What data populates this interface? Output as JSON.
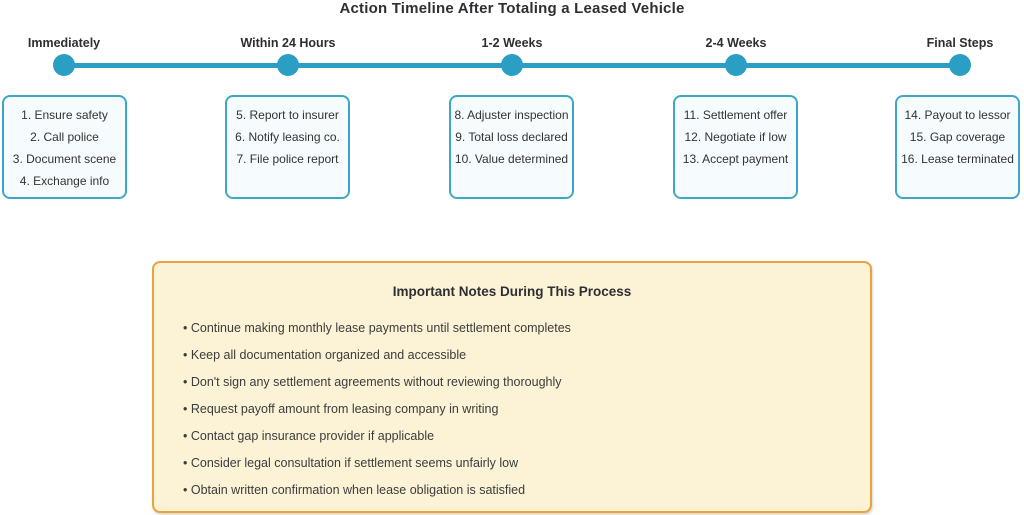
{
  "title": "Action Timeline After Totaling a Leased Vehicle",
  "colors": {
    "timeline_accent": "#2b9ec4",
    "stage_box_border": "#3fa7c6",
    "stage_box_fill": "#f6fbfd",
    "notes_border": "#e8a33c",
    "notes_fill": "#fcf2d6",
    "text": "#2e2e33"
  },
  "timeline": {
    "stages": [
      {
        "label": "Immediately",
        "items": [
          "1. Ensure safety",
          "2. Call police",
          "3. Document scene",
          "4. Exchange info"
        ]
      },
      {
        "label": "Within 24 Hours",
        "items": [
          "5. Report to insurer",
          "6. Notify leasing co.",
          "7. File police report"
        ]
      },
      {
        "label": "1-2 Weeks",
        "items": [
          "8. Adjuster inspection",
          "9. Total loss declared",
          "10. Value determined"
        ]
      },
      {
        "label": "2-4 Weeks",
        "items": [
          "11. Settlement offer",
          "12. Negotiate if low",
          "13. Accept payment"
        ]
      },
      {
        "label": "Final Steps",
        "items": [
          "14. Payout to lessor",
          "15. Gap coverage",
          "16. Lease terminated"
        ]
      }
    ]
  },
  "notes": {
    "title": "Important Notes During This Process",
    "bullets": [
      "Continue making monthly lease payments until settlement completes",
      "Keep all documentation organized and accessible",
      "Don't sign any settlement agreements without reviewing thoroughly",
      "Request payoff amount from leasing company in writing",
      "Contact gap insurance provider if applicable",
      "Consider legal consultation if settlement seems unfairly low",
      "Obtain written confirmation when lease obligation is satisfied"
    ]
  }
}
